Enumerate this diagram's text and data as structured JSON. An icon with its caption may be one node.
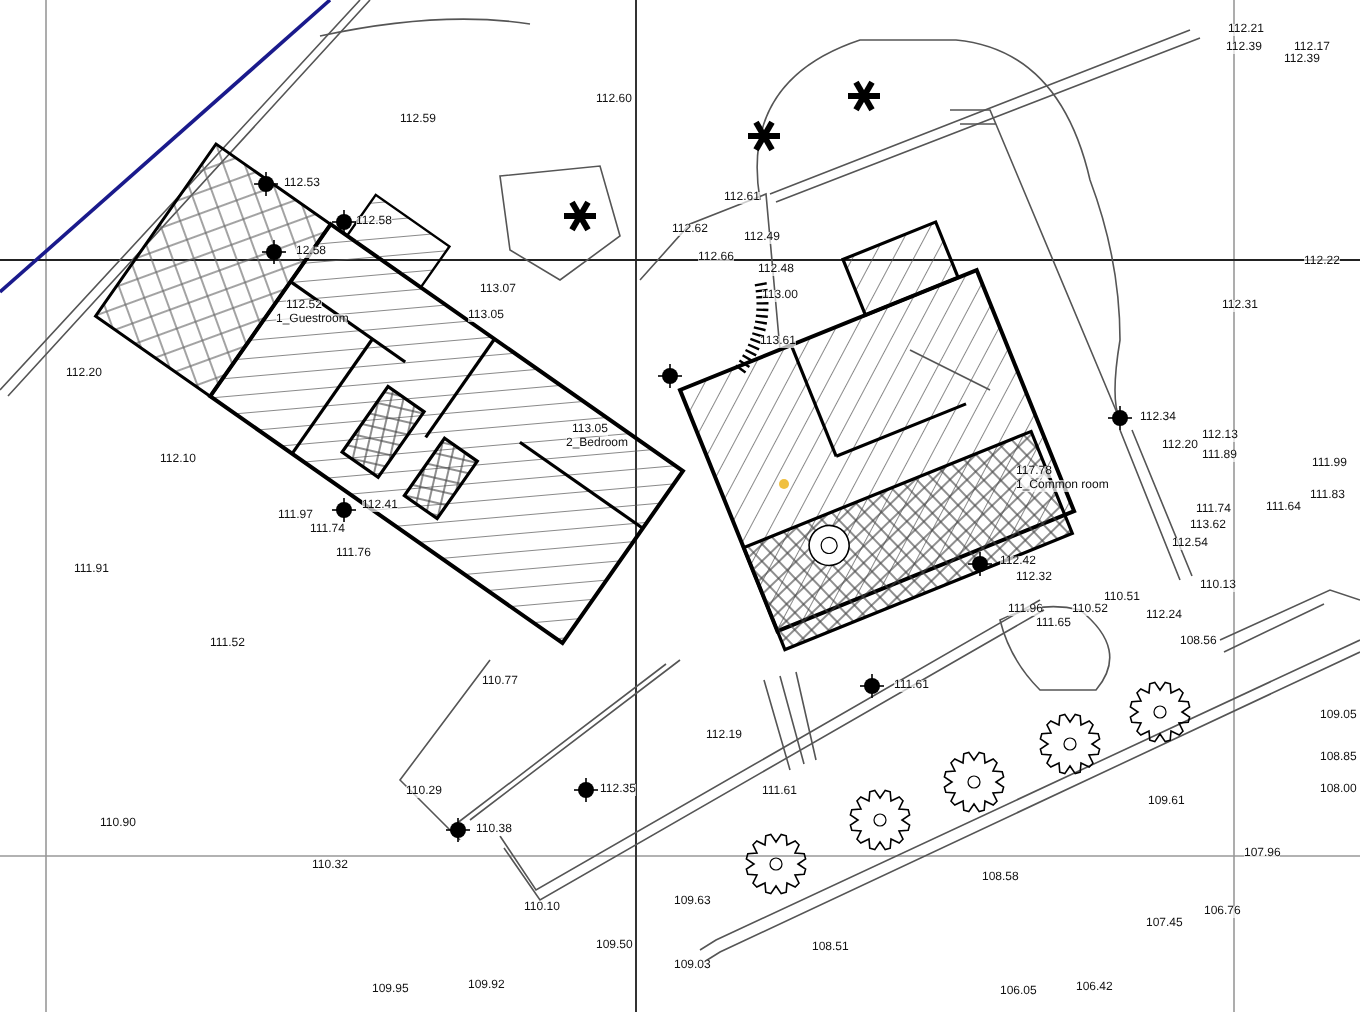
{
  "diagram": {
    "labels": [
      "112.60",
      "112.21",
      "112.39",
      "112.17",
      "112.39",
      "112.59",
      "112.53",
      "112.58",
      "112.61",
      "112.62",
      "112.49",
      "112.66",
      "12.58",
      "112.22",
      "112.48",
      "113.07",
      "113.00",
      "113.05",
      "112.52",
      "1_Guestroom",
      "112.31",
      "113.61",
      "112.20",
      "112.34",
      "113.05",
      "2_Bedroom",
      "112.13",
      "112.20",
      "111.89",
      "112.10",
      "117.78",
      "1_Common room",
      "111.99",
      "111.83",
      "111.74",
      "111.64",
      "112.41",
      "111.97",
      "111.74",
      "113.62",
      "111.76",
      "112.54",
      "112.42",
      "112.32",
      "110.13",
      "110.51",
      "111.96",
      "110.52",
      "111.65",
      "112.24",
      "111.91",
      "108.56",
      "111.52",
      "110.77",
      "111.61",
      "109.05",
      "112.19",
      "108.85",
      "112.35",
      "111.61",
      "110.29",
      "108.00",
      "109.61",
      "110.90",
      "110.38",
      "107.96",
      "110.32",
      "108.58",
      "109.63",
      "110.10",
      "106.76",
      "107.45",
      "109.50",
      "108.51",
      "109.03",
      "106.42",
      "109.92",
      "109.95",
      "106.05"
    ]
  }
}
